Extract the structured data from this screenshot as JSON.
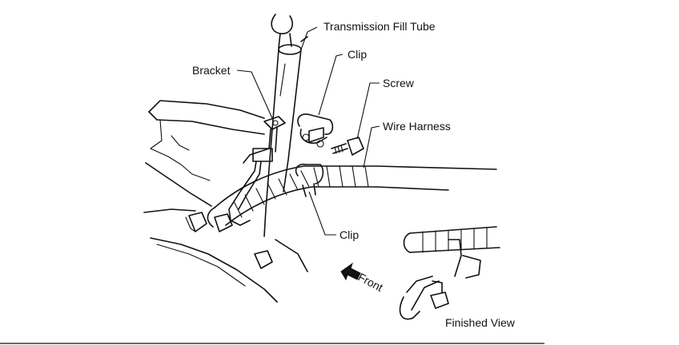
{
  "labels": {
    "transmission_fill_tube": "Transmission Fill Tube",
    "clip_top": "Clip",
    "bracket": "Bracket",
    "screw": "Screw",
    "wire_harness": "Wire Harness",
    "clip_bottom": "Clip",
    "front": "Front",
    "finished_view": "Finished View"
  },
  "colors": {
    "ink": "#111111",
    "paper": "#ffffff"
  }
}
